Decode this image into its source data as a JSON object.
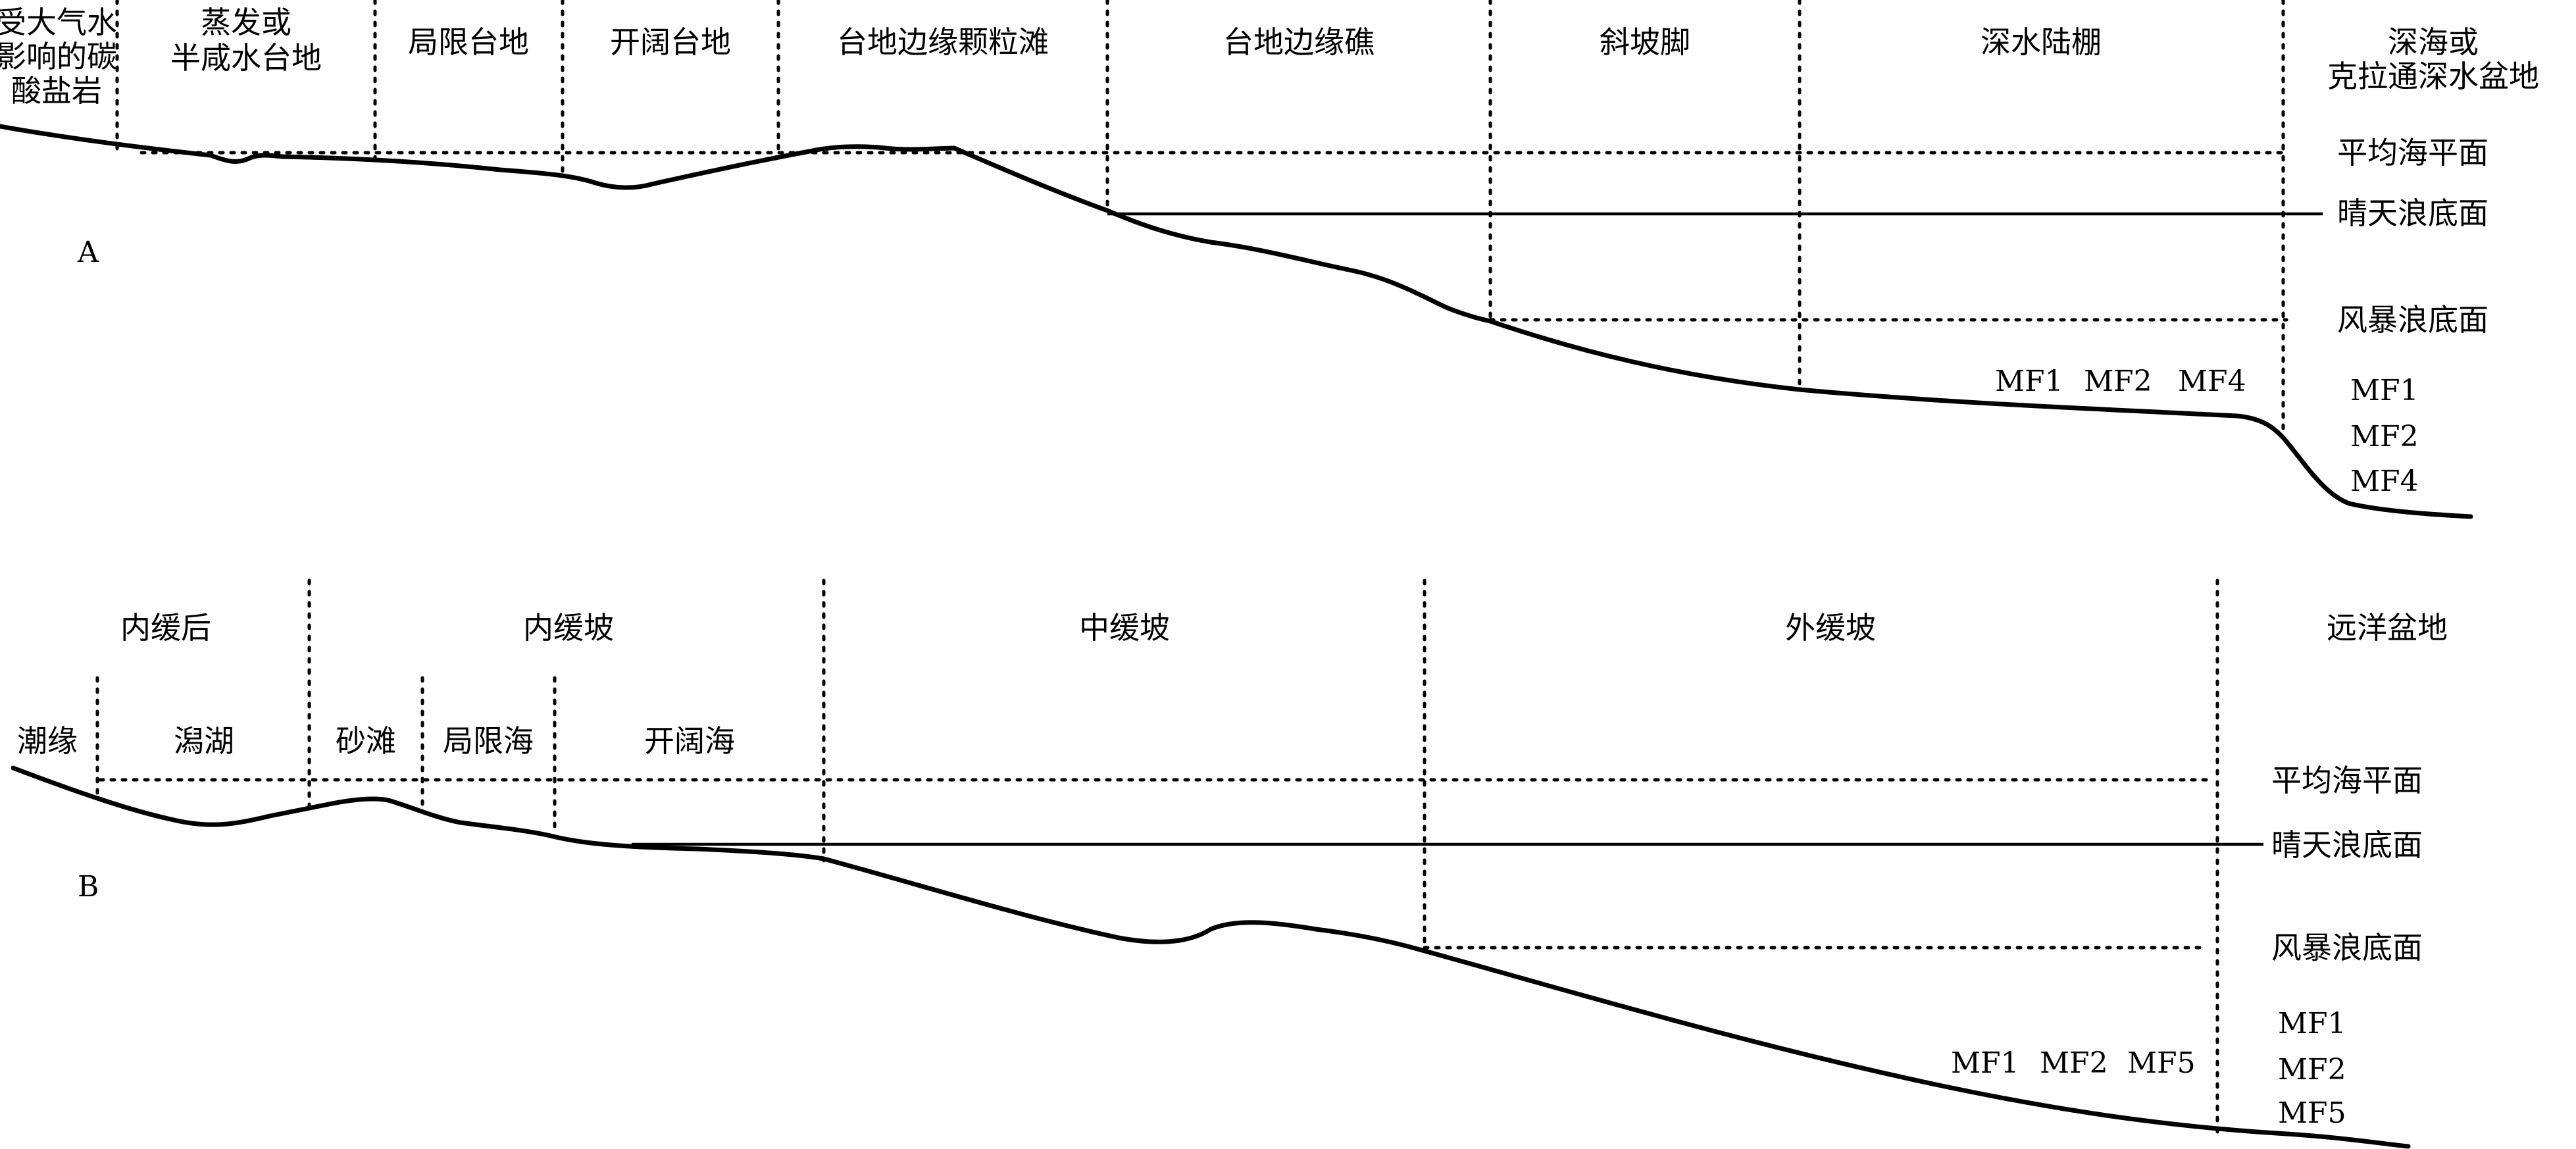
{
  "panelA": {
    "letter": "A",
    "zones": [
      {
        "lines": [
          "受大气水",
          "影响的碳",
          "酸盐岩"
        ]
      },
      {
        "lines": [
          "蒸发或",
          "半咸水台地"
        ]
      },
      {
        "lines": [
          "局限台地"
        ]
      },
      {
        "lines": [
          "开阔台地"
        ]
      },
      {
        "lines": [
          "台地边缘颗粒滩"
        ]
      },
      {
        "lines": [
          "台地边缘礁"
        ]
      },
      {
        "lines": [
          "斜坡脚"
        ]
      },
      {
        "lines": [
          "深水陆棚"
        ]
      },
      {
        "lines": [
          "深海或",
          "克拉通深水盆地"
        ]
      }
    ],
    "levels": [
      "平均海平面",
      "晴天浪底面",
      "风暴浪底面"
    ],
    "mf_inline": [
      "MF1",
      "MF2",
      "MF4"
    ],
    "mf_stack": [
      "MF1",
      "MF2",
      "MF4"
    ]
  },
  "panelB": {
    "letter": "B",
    "zones_top": [
      "内缓后",
      "内缓坡",
      "中缓坡",
      "外缓坡",
      "远洋盆地"
    ],
    "zones_sub": [
      "潮缘",
      "潟湖",
      "砂滩",
      "局限海",
      "开阔海"
    ],
    "levels": [
      "平均海平面",
      "晴天浪底面",
      "风暴浪底面"
    ],
    "mf_inline": [
      "MF1",
      "MF2",
      "MF5"
    ],
    "mf_stack": [
      "MF1",
      "MF2",
      "MF5"
    ]
  }
}
